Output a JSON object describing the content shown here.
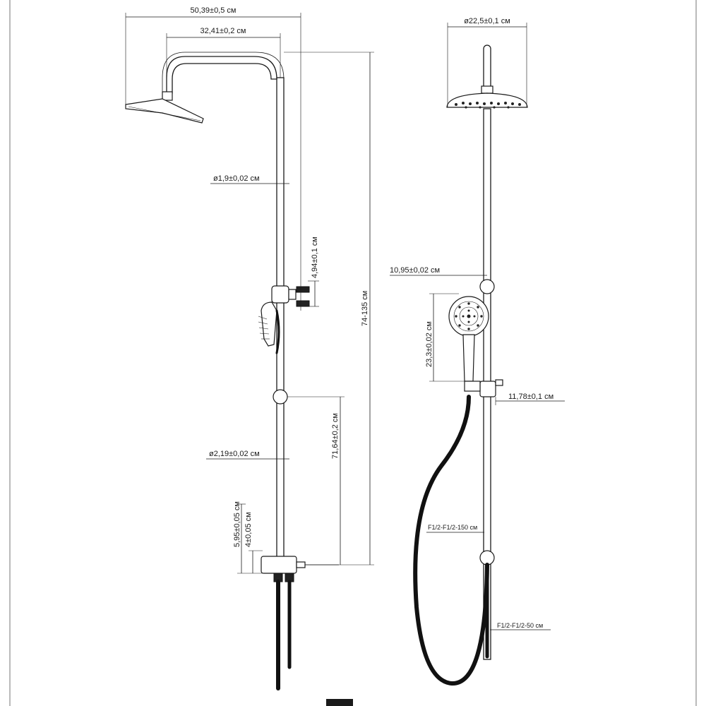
{
  "side_view": {
    "overall_width": "50,39±0,5 см",
    "arm_reach": "32,41±0,2 см",
    "upper_pipe_diameter": "ø1,9±0,02 см",
    "holder_height": "4,94±0,1 см",
    "height_range": "74-135 см",
    "pipe_length": "71,64±0,2 см",
    "lower_pipe_diameter": "ø2,19±0,02 см",
    "mixer_height": "5,95±0,05 см",
    "inlet_height": "4±0,05 см"
  },
  "front_view": {
    "head_diameter": "ø22,5±0,1 см",
    "slider_offset": "10,95±0,02 см",
    "hand_shower_length": "23,3±0,02 см",
    "holder_width": "11,78±0,1 см",
    "hose_long": "F1/2-F1/2-150 см",
    "hose_short": "F1/2-F1/2-50 см"
  },
  "colors": {
    "line": "#1a1a1a",
    "hose": "#111111",
    "background": "#ffffff"
  }
}
